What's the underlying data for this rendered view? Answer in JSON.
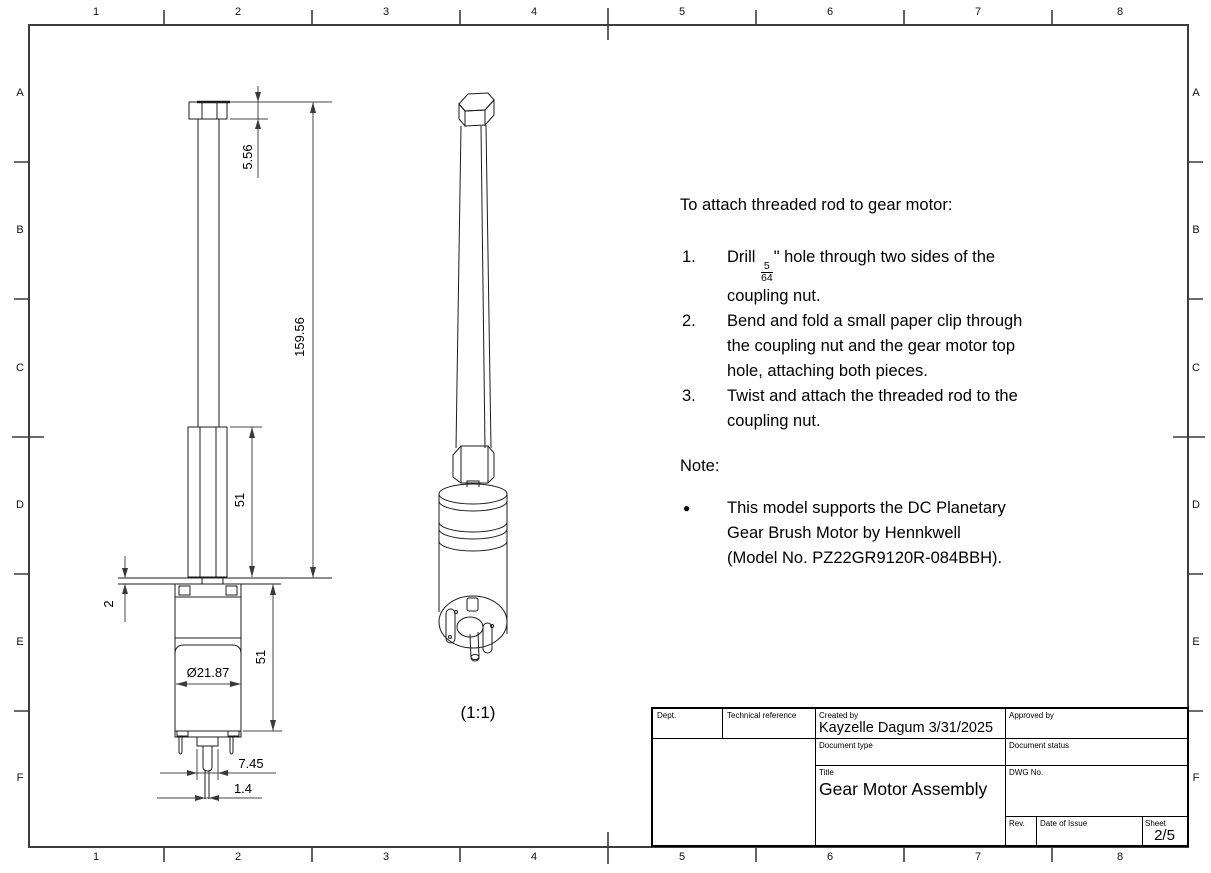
{
  "sheet": {
    "scale_label": "(1:1)"
  },
  "border": {
    "columns": [
      "1",
      "2",
      "3",
      "4",
      "5",
      "6",
      "7",
      "8"
    ],
    "rows": [
      "A",
      "B",
      "C",
      "D",
      "E",
      "F"
    ]
  },
  "dimensions": {
    "rod_nut_height": "5.56",
    "overall_length": "159.56",
    "coupling_nut_length": "51",
    "plate_gap": "2",
    "motor_diameter": "Ø21.87",
    "motor_body_length": "51",
    "shaft_boss_width": "7.45",
    "shaft_pin_width": "1.4"
  },
  "instructions": {
    "title": "To attach threaded rod to gear motor:",
    "steps": [
      {
        "number": "1.",
        "line1_pre": "Drill ",
        "frac_num": "5",
        "frac_den": "64",
        "line1_post": "\" hole through two sides of the",
        "line2": "coupling nut."
      },
      {
        "number": "2.",
        "lines": [
          "Bend and fold a small paper clip through",
          "the coupling nut and the gear motor top",
          "hole, attaching both pieces."
        ]
      },
      {
        "number": "3.",
        "lines": [
          "Twist and attach the threaded rod to the",
          "coupling nut."
        ]
      }
    ],
    "note_label": "Note:",
    "note_bullet": "●",
    "note_lines": [
      "This model supports the DC Planetary",
      "Gear Brush Motor by Hennkwell",
      "(Model No. PZ22GR9120R-084BBH)."
    ]
  },
  "title_block": {
    "dept_label": "Dept.",
    "technical_reference_label": "Technical reference",
    "created_by_label": "Created by",
    "created_by_value": "Kayzelle Dagum 3/31/2025",
    "approved_by_label": "Approved by",
    "document_type_label": "Document type",
    "document_status_label": "Document status",
    "title_label": "Title",
    "title_value": "Gear Motor Assembly",
    "dwg_no_label": "DWG No.",
    "rev_label": "Rev.",
    "date_of_issue_label": "Date of Issue",
    "sheet_label": "Sheet",
    "sheet_value": "2/5"
  }
}
